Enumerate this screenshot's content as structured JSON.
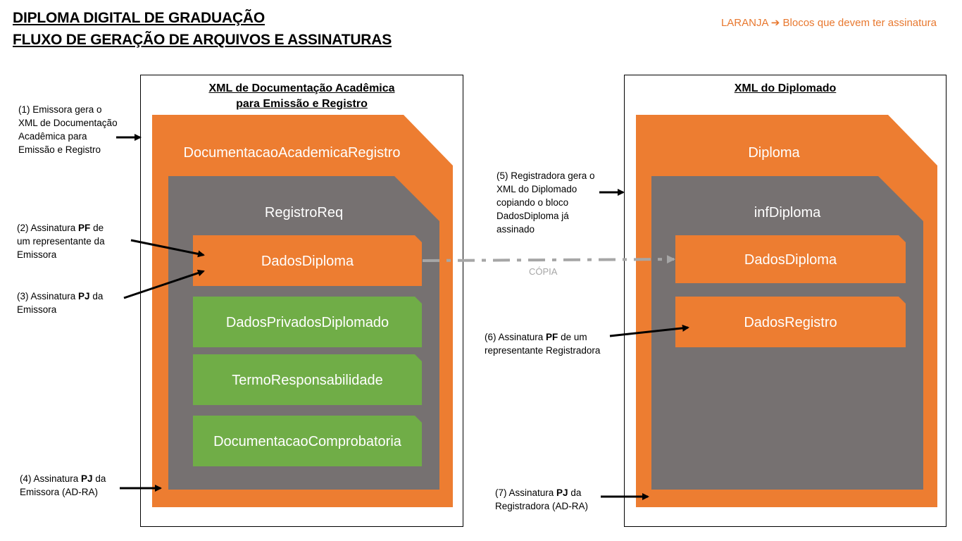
{
  "titles": {
    "line1": "DIPLOMA DIGITAL DE GRADUAÇÃO",
    "line2": "FLUXO DE GERAÇÃO DE ARQUIVOS E ASSINATURAS"
  },
  "legend": {
    "text": "LARANJA ➔ Blocos que devem ter assinatura"
  },
  "left_panel": {
    "title_line1": "XML de Documentação Acadêmica",
    "title_line2": "para Emissão e Registro",
    "outer_block": "DocumentacaoAcademicaRegistro",
    "inner_block": "RegistroReq",
    "blocks": [
      "DadosDiploma",
      "DadosPrivadosDiplomado",
      "TermoResponsabilidade",
      "DocumentacaoComprobatoria"
    ]
  },
  "right_panel": {
    "title": "XML do Diplomado",
    "outer_block": "Diploma",
    "inner_block": "infDiploma",
    "blocks": [
      "DadosDiploma",
      "DadosRegistro"
    ]
  },
  "copy_label": "CÓPIA",
  "notes": {
    "n1": [
      "(1) Emissora gera o",
      "XML de Documentação",
      "Acadêmica para",
      "Emissão e Registro"
    ],
    "n2": {
      "line1_pre": "(2) Assinatura ",
      "line1_bold": "PF",
      "line1_post": " de",
      "line2": "um representante da",
      "line3": "Emissora"
    },
    "n3": {
      "line1_pre": "(3) Assinatura ",
      "line1_bold": "PJ",
      "line1_post": " da",
      "line2": "Emissora"
    },
    "n4": {
      "line1_pre": "(4) Assinatura ",
      "line1_bold": "PJ",
      "line1_post": " da",
      "line2": "Emissora (AD-RA)"
    },
    "n5": [
      "(5) Registradora gera o",
      "XML do Diplomado",
      "copiando o bloco",
      "DadosDiploma já",
      "assinado"
    ],
    "n6": {
      "line1_pre": "(6) Assinatura ",
      "line1_bold": "PF",
      "line1_post": " de um",
      "line2": "representante Registradora"
    },
    "n7": {
      "line1_pre": "(7) Assinatura ",
      "line1_bold": "PJ",
      "line1_post": " da",
      "line2": "Registradora (AD-RA)"
    }
  },
  "colors": {
    "orange": "#ed7d31",
    "gray": "#767171",
    "green": "#70ad47",
    "copy_line": "#a6a6a6"
  }
}
